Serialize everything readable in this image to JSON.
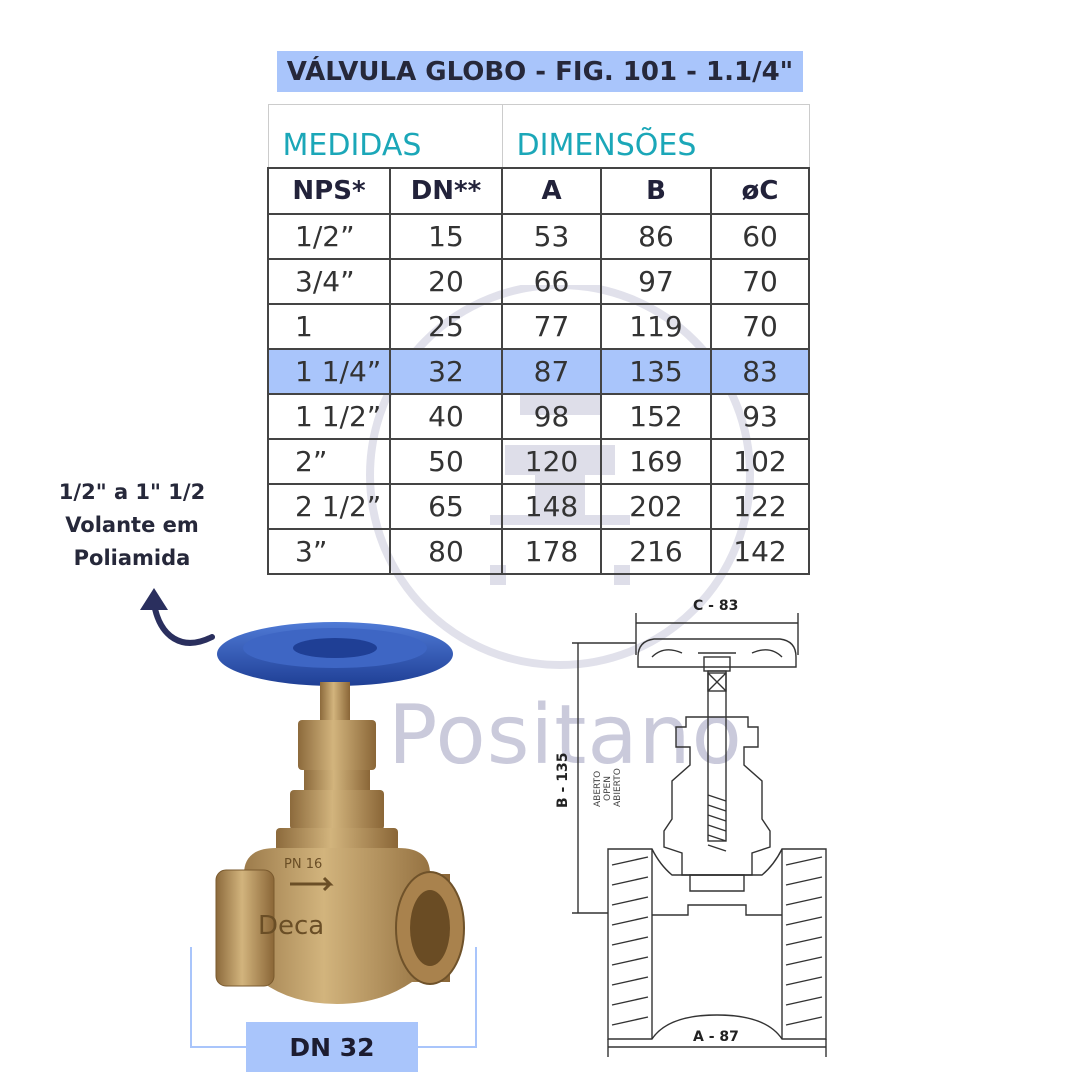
{
  "title": "VÁLVULA GLOBO - FIG. 101 - 1.1/4\"",
  "table": {
    "group_measures": "MEDIDAS",
    "group_dimensions": "DIMENSÕES",
    "headers": [
      "NPS*",
      "DN**",
      "A",
      "B",
      "øC"
    ],
    "rows": [
      [
        "1/2”",
        "15",
        "53",
        "86",
        "60"
      ],
      [
        "3/4”",
        "20",
        "66",
        "97",
        "70"
      ],
      [
        "1",
        "25",
        "77",
        "119",
        "70"
      ],
      [
        "1 1/4”",
        "32",
        "87",
        "135",
        "83"
      ],
      [
        "1 1/2”",
        "40",
        "98",
        "152",
        "93"
      ],
      [
        "2”",
        "50",
        "120",
        "169",
        "102"
      ],
      [
        "2 1/2”",
        "65",
        "148",
        "202",
        "122"
      ],
      [
        "3”",
        "80",
        "178",
        "216",
        "142"
      ]
    ],
    "highlight_row_index": 3
  },
  "watermark": "Positano",
  "side_note": {
    "line1": "1/2\" a 1\" 1/2",
    "line2": "Volante em",
    "line3": "Poliamida"
  },
  "photo": {
    "body_mark_pressure": "PN 16",
    "body_mark_brand": "Deca"
  },
  "dn_badge": "DN 32",
  "drawing": {
    "label_c": "C - 83",
    "label_a": "A -  87",
    "label_b": "B - 135",
    "stem_text_1": "ABERTO",
    "stem_text_2": "OPEN",
    "stem_text_3": "ABIERTO"
  },
  "colors": {
    "highlight": "#a9c5fb",
    "teal_heading": "#1ba7b8",
    "handwheel_blue": "#2f56b0",
    "bronze": "#b8935a",
    "arrow_navy": "#2a2f5e"
  }
}
